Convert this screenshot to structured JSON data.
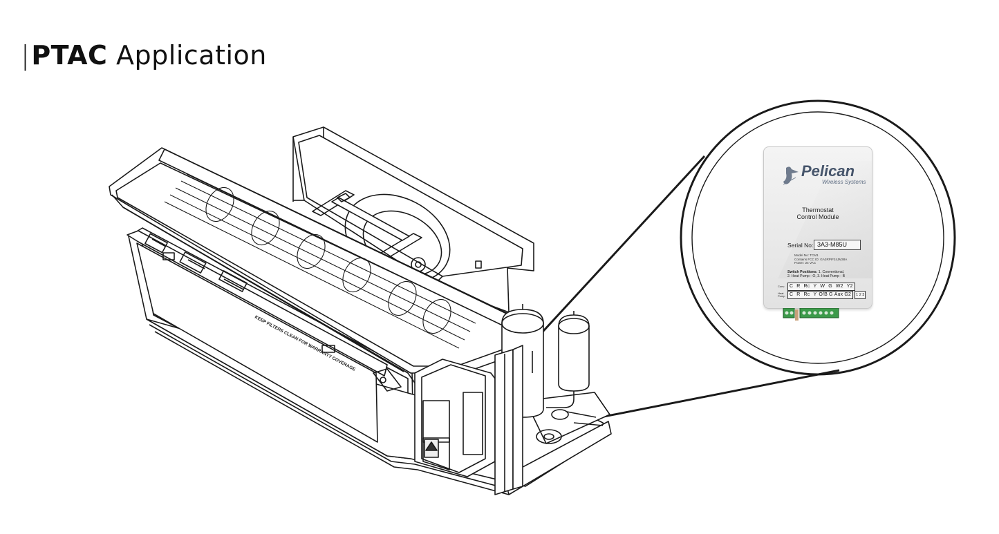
{
  "header": {
    "bar": "|",
    "title_bold": "PTAC",
    "title_light": "Application"
  },
  "module": {
    "brand": "Pelican",
    "brand_sub": "Wireless Systems",
    "title_line1": "Thermostat",
    "title_line2": "Control Module",
    "serial_label": "Serial No:",
    "serial_value": "3A3-M85U",
    "fine_line1": "Model No: TCM1",
    "fine_line2": "Contains FCC ID: GA3RPIF24JM38A",
    "fine_line3": "Power: 24 VAC",
    "switch_label": "Switch Positions:",
    "switch_text1": "1. Conventional,",
    "switch_text2": "2. Heat Pump - O, 3. Heat Pump - B",
    "conv_label": "Conv.",
    "conv_terminals": [
      "C",
      "R",
      "Rc",
      "Y",
      "W",
      "G",
      "W2",
      "Y2"
    ],
    "hp_label": "Heat Pump",
    "hp_terminals": [
      "C",
      "R",
      "Rc",
      "Y",
      "O/B",
      "G",
      "Aux",
      "G2"
    ],
    "dip_label": "1 2 3"
  },
  "unit_labels": {
    "keep_clean": "KEEP FILTERS CLEAN FOR WARRANTY COVERAGE"
  },
  "icons": {
    "pelican_logo": "pelican-bird-icon",
    "warning": "warning-triangle-icon"
  },
  "colors": {
    "line": "#1a1a1a",
    "brand": "#46556b",
    "terminal_green": "#3c9a4a"
  }
}
